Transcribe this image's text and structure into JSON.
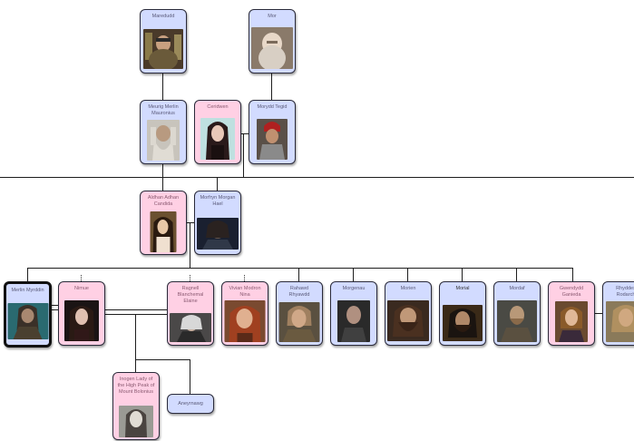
{
  "people": {
    "maredudd": "Maredudd",
    "mor": "Mor",
    "meurig": "Meurig Merlin Mauronius",
    "ceridwen": "Ceridwen",
    "morydd": "Morydd Tegid",
    "aldhan": "Aldhan Adhan Candida",
    "morfryn": "Morfryn Morgan Hael",
    "merlin": "Merlin Myrddin",
    "nimue": "Nimue",
    "ragnell": "Ragnell Blanchemal Elaine",
    "vivian": "Vivian Modron Nina",
    "rahawd": "Rahawd Rhyawdd",
    "morgenau": "Morgenau",
    "morien": "Morien",
    "morial": "Morial",
    "mordaf": "Mordaf",
    "gwendydd": "Gwendydd Ganieda",
    "rhyddes": "Rhyddes Rodarch",
    "inogen": "Inogen Lady of the High Peak of Mount Bolonius",
    "aneyrnawg": "Aneyrnawg"
  },
  "colors": {
    "male": "#d2dbff",
    "female": "#ffd0e4",
    "line": "#1e1e1e"
  }
}
